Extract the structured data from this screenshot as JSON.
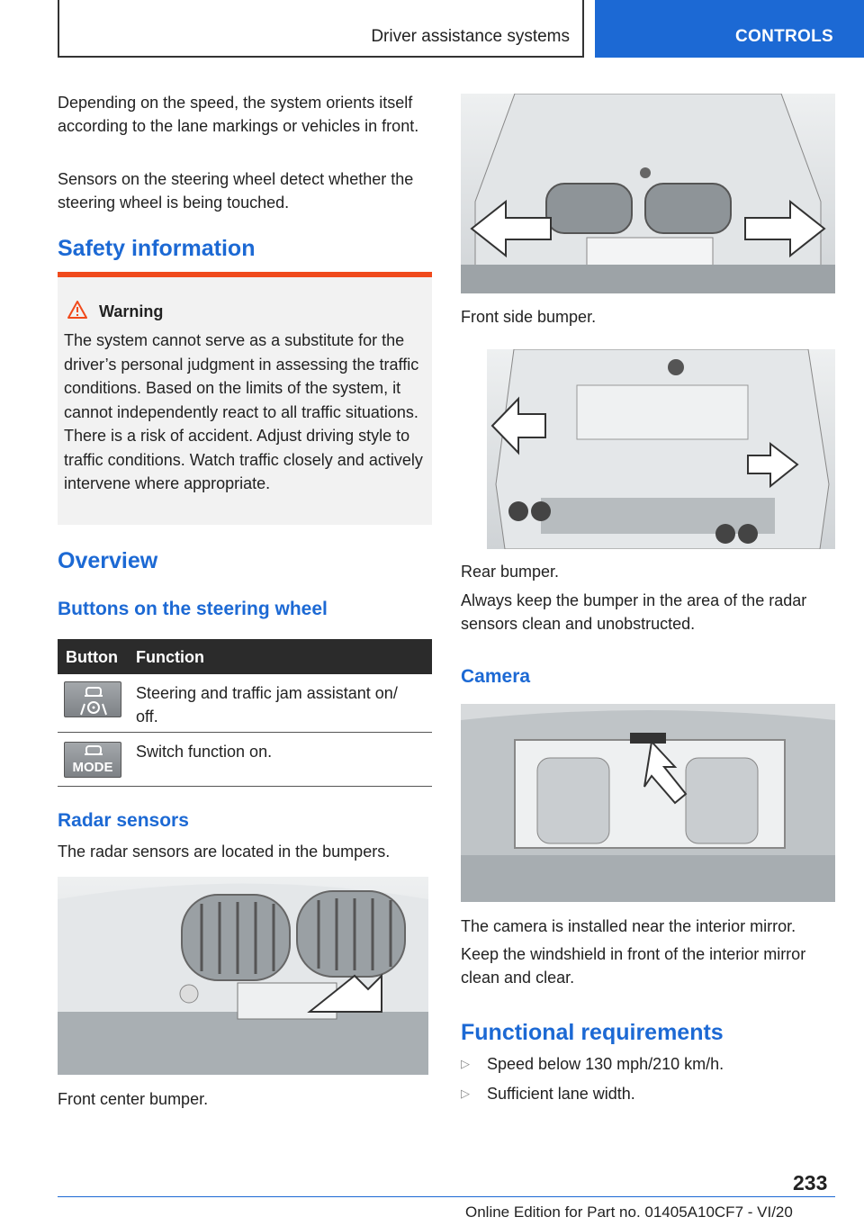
{
  "header": {
    "section": "Driver assistance systems",
    "chapter": "CONTROLS"
  },
  "left": {
    "intro1": "Depending on the speed, the system orients it­self according to the lane markings or vehicles in front.",
    "intro2": "Sensors on the steering wheel detect whether the steering wheel is being touched.",
    "safety_heading": "Safety information",
    "warning": {
      "title": "Warning",
      "text": "The system cannot serve as a substitute for the driver’s personal judgment in assessing the traffic conditions. Based on the limits of the system, it cannot independently react to all traf­fic situations. There is a risk of accident. Adjust driving style to traffic conditions. Watch traffic closely and actively intervene where appropri­ate."
    },
    "overview_heading": "Overview",
    "buttons_heading": "Buttons on the steering wheel",
    "table": {
      "col1": "Button",
      "col2": "Function",
      "rows": [
        {
          "icon": "steering-assist-icon",
          "function": "Steering and traffic jam assistant on/ off."
        },
        {
          "icon": "mode-button-icon",
          "button_label": "MODE",
          "function": "Switch function on."
        }
      ]
    },
    "radar_heading": "Radar sensors",
    "radar_text": "The radar sensors are located in the bumpers.",
    "front_center_caption": "Front center bumper."
  },
  "right": {
    "front_side_caption": "Front side bumper.",
    "rear_caption": "Rear bumper.",
    "bumper_text": "Always keep the bumper in the area of the radar sensors clean and unobstructed.",
    "camera_heading": "Camera",
    "camera_text1": "The camera is installed near the interior mirror.",
    "camera_text2": "Keep the windshield in front of the interior mirror clean and clear.",
    "func_heading": "Functional requirements",
    "bullets": [
      "Speed below 130 mph/210 km/h.",
      "Sufficient lane width."
    ]
  },
  "footer": {
    "page_number": "233",
    "edition": "Online Edition for Part no. 01405A10CF7 - VI/20"
  },
  "colors": {
    "accent_blue": "#1c69d4",
    "warning_orange": "#f04a1c",
    "table_header": "#2b2b2b"
  }
}
